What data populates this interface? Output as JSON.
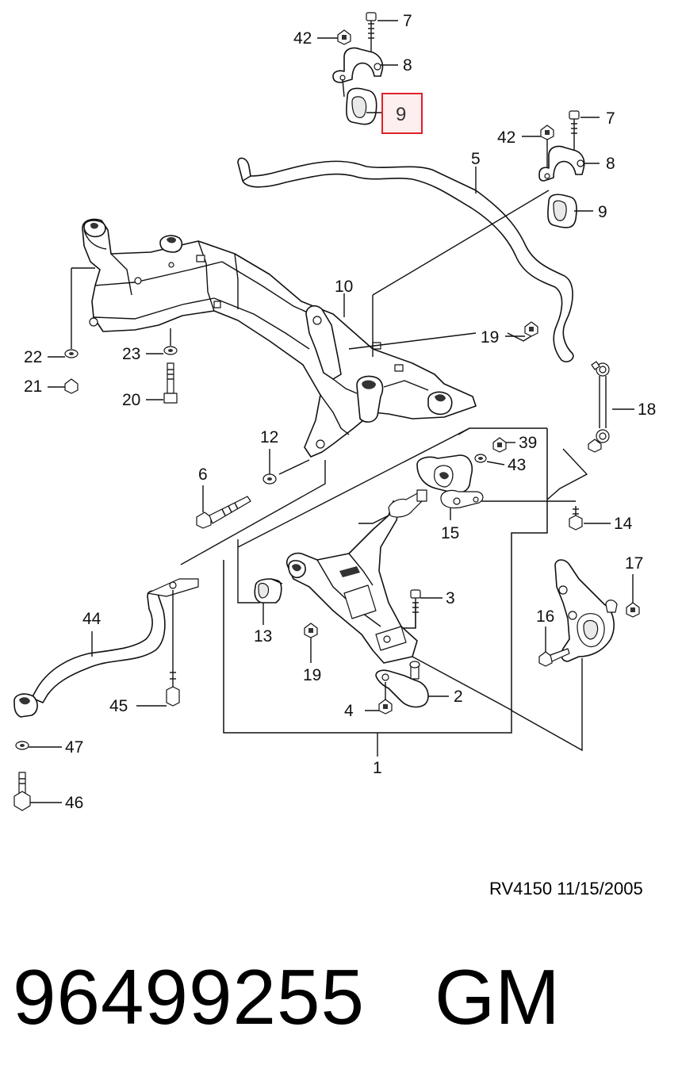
{
  "diagram": {
    "callouts": {
      "c1": "1",
      "c2": "2",
      "c3": "3",
      "c4": "4",
      "c5": "5",
      "c6": "6",
      "c7a": "7",
      "c7b": "7",
      "c8a": "8",
      "c8b": "8",
      "c9a": "9",
      "c9b": "9",
      "c10": "10",
      "c12": "12",
      "c13": "13",
      "c14": "14",
      "c15": "15",
      "c16": "16",
      "c17": "17",
      "c18": "18",
      "c19a": "19",
      "c19b": "19",
      "c20": "20",
      "c21": "21",
      "c22": "22",
      "c23": "23",
      "c39": "39",
      "c42a": "42",
      "c42b": "42",
      "c43": "43",
      "c44": "44",
      "c45": "45",
      "c46": "46",
      "c47": "47"
    },
    "highlight": {
      "color": "#e0202a",
      "fill": "#fdeef0",
      "callout": "9"
    }
  },
  "footer": {
    "code": "RV4150  11/15/2005",
    "part_number": "96499255",
    "brand": "GM"
  }
}
